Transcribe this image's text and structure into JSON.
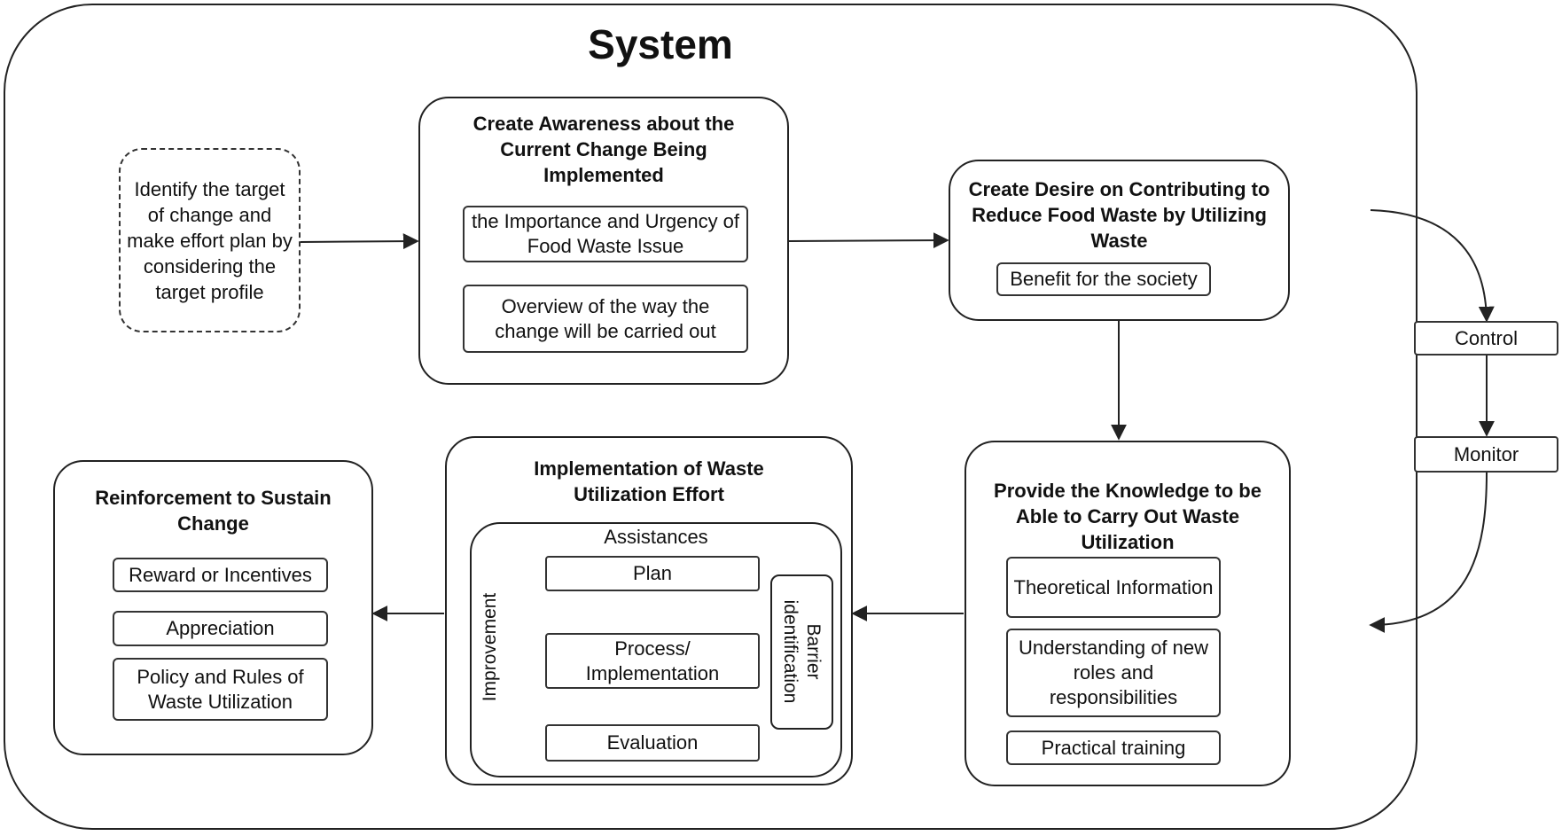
{
  "system": {
    "title": "System"
  },
  "identify": {
    "text": "Identify the target of change and make effort plan by considering the target profile"
  },
  "awareness": {
    "title": "Create Awareness about the Current Change Being Implemented",
    "items": [
      "the Importance and Urgency of Food Waste Issue",
      "Overview of the way the change will be carried out"
    ]
  },
  "desire": {
    "title": "Create Desire on Contributing to Reduce Food Waste by Utilizing Waste",
    "items": [
      "Benefit for the society"
    ]
  },
  "control": {
    "label": "Control"
  },
  "monitor": {
    "label": "Monitor"
  },
  "knowledge": {
    "title": "Provide the Knowledge to be Able to Carry Out Waste Utilization",
    "items": [
      "Theoretical Information",
      "Understanding of new roles and responsibilities",
      "Practical training"
    ]
  },
  "implementation": {
    "title": "Implementation of Waste Utilization Effort",
    "assistances": "Assistances",
    "plan": "Plan",
    "process": "Process/ Implementation",
    "evaluation": "Evaluation",
    "barrier": "Barrier identification",
    "improvement": "Improvement"
  },
  "reinforcement": {
    "title": "Reinforcement to Sustain Change",
    "items": [
      "Reward or Incentives",
      "Appreciation",
      "Policy and Rules of Waste Utilization"
    ]
  }
}
